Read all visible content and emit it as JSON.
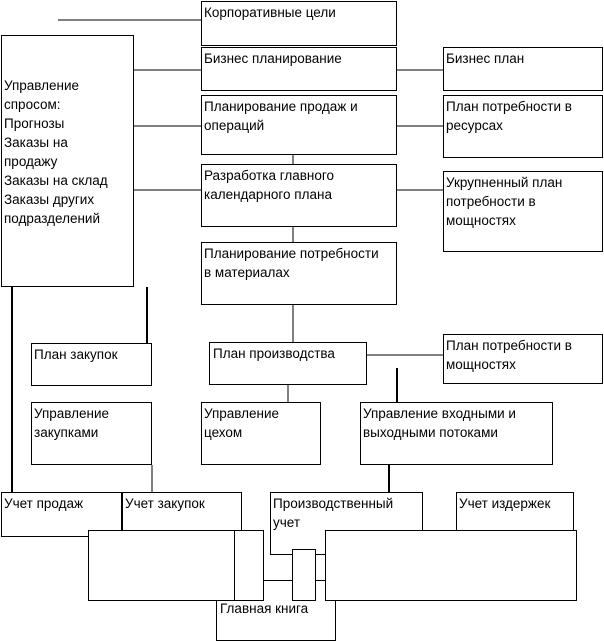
{
  "diagram": {
    "boxes": {
      "corporate_goals": "Корпоративные цели",
      "demand_management": "Управление\nспросом:\nПрогнозы\nЗаказы на\nпродажу\nЗаказы на склад\nЗаказы других\nподразделений",
      "business_planning": "Бизнес планирование",
      "business_plan": "Бизнес план",
      "sales_ops_planning": "Планирование продаж и\nопераций",
      "resource_requirements": "План потребности в\nресурсах",
      "master_schedule": "Разработка главного\nкалендарного плана",
      "rough_cut_capacity": "Укрупненный план\nпотребности в\nмощностях",
      "material_requirements": "Планирование потребности\nв материалах",
      "purchase_plan": "План закупок",
      "production_plan": "План производства",
      "capacity_requirements": "План потребности в\nмощностях",
      "purchase_management": "Управление\nзакупками",
      "shop_floor_control": "Управление\nцехом",
      "io_flow_control": "Управление входными и\nвыходными потоками",
      "sales_accounting": "Учет продаж",
      "purchase_accounting": "Учет закупок",
      "production_accounting": "Производственный\nучет",
      "cost_accounting": "Учет издержек",
      "general_ledger": "Главная книга"
    }
  }
}
